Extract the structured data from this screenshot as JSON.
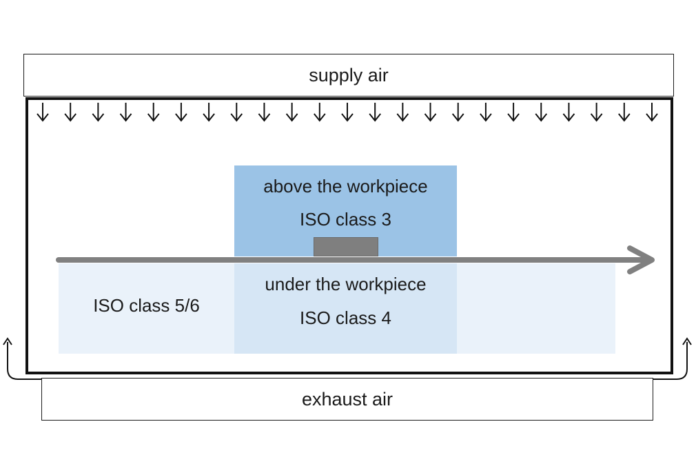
{
  "labels": {
    "supply_air": "supply air",
    "exhaust_air": "exhaust air",
    "above_title": "above the workpiece",
    "above_class": "ISO class 3",
    "under_title": "under the workpiece",
    "under_class": "ISO class 4",
    "surrounding_class": "ISO class 5/6"
  },
  "colors": {
    "above_zone": "#9bc3e6",
    "under_zone": "#d6e6f5",
    "surrounding_zone": "#eaf2fa",
    "flow_arrow": "#808080",
    "workpiece": "#7f7f7f"
  },
  "supply_arrow_count": 23
}
